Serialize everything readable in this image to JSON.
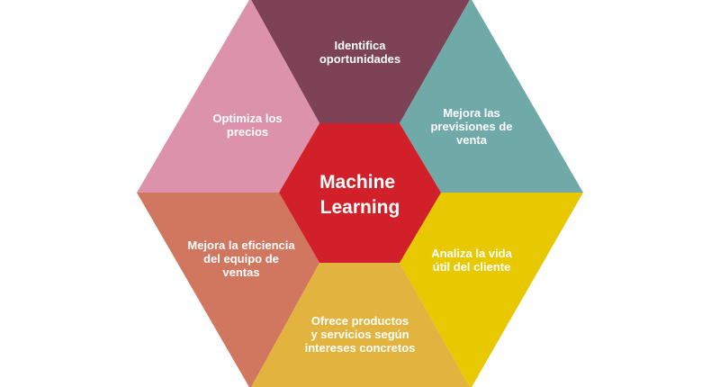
{
  "center": {
    "lines": [
      "Machine",
      "Learning"
    ],
    "color": "#d12029"
  },
  "segments": [
    {
      "id": "identifica",
      "lines": [
        "Identifica",
        "oportunidades"
      ],
      "color": "#7d4256"
    },
    {
      "id": "mejora-previsiones",
      "lines": [
        "Mejora las",
        "previsiones de",
        "venta"
      ],
      "color": "#6fa9a8"
    },
    {
      "id": "analiza-vida",
      "lines": [
        "Analiza la vida",
        "útil del cliente"
      ],
      "color": "#e8c800"
    },
    {
      "id": "ofrece-productos",
      "lines": [
        "Ofrece productos",
        "y servicios según",
        "intereses concretos"
      ],
      "color": "#e2b43f"
    },
    {
      "id": "mejora-eficiencia",
      "lines": [
        "Mejora la eficiencia",
        "del equipo de",
        "ventas"
      ],
      "color": "#d17760"
    },
    {
      "id": "optimiza-precios",
      "lines": [
        "Optimiza los",
        "precios"
      ],
      "color": "#dc92aa"
    }
  ]
}
